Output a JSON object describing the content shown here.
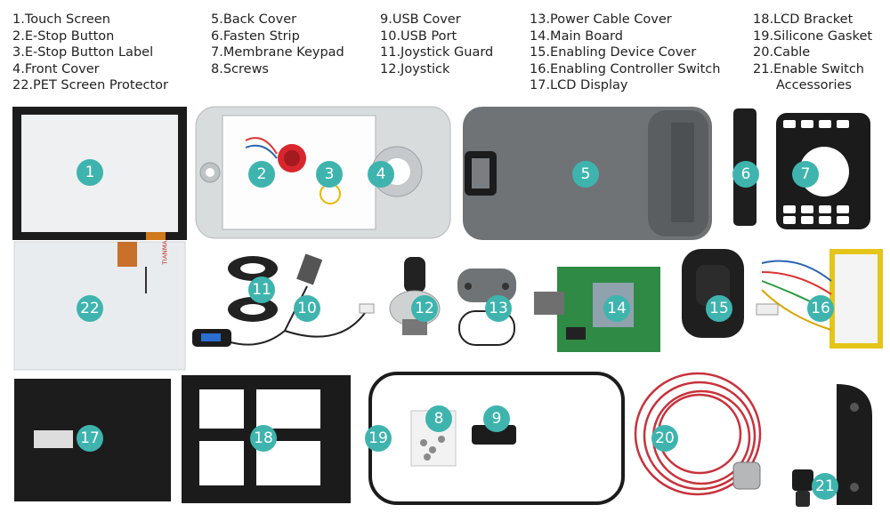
{
  "legend": {
    "col1": [
      "1.Touch Screen",
      "2.E-Stop Button",
      "3.E-Stop Button Label",
      "4.Front Cover",
      "22.PET Screen Protector"
    ],
    "col2": [
      "5.Back Cover",
      "6.Fasten Strip",
      "7.Membrane Keypad",
      "8.Screws"
    ],
    "col3": [
      "9.USB Cover",
      "10.USB Port",
      "11.Joystick Guard",
      "12.Joystick"
    ],
    "col4": [
      "13.Power Cable Cover",
      "14.Main Board",
      "15.Enabling Device Cover",
      "16.Enabling Controller Switch",
      "17.LCD Display"
    ],
    "col5": [
      "18.LCD Bracket",
      "19.Silicone Gasket",
      "20.Cable",
      "21.Enable Switch",
      "Accessories"
    ]
  },
  "badges": [
    "1",
    "2",
    "3",
    "4",
    "5",
    "6",
    "7",
    "8",
    "9",
    "10",
    "11",
    "12",
    "13",
    "14",
    "15",
    "16",
    "17",
    "18",
    "19",
    "20",
    "21",
    "22"
  ],
  "labels": {
    "tianma": "TIANMA"
  },
  "colors": {
    "badge": "#3fb4ae",
    "cable": "#c8323c",
    "cover_gray": "#d9dcdc",
    "dark": "#1e1e1e"
  }
}
